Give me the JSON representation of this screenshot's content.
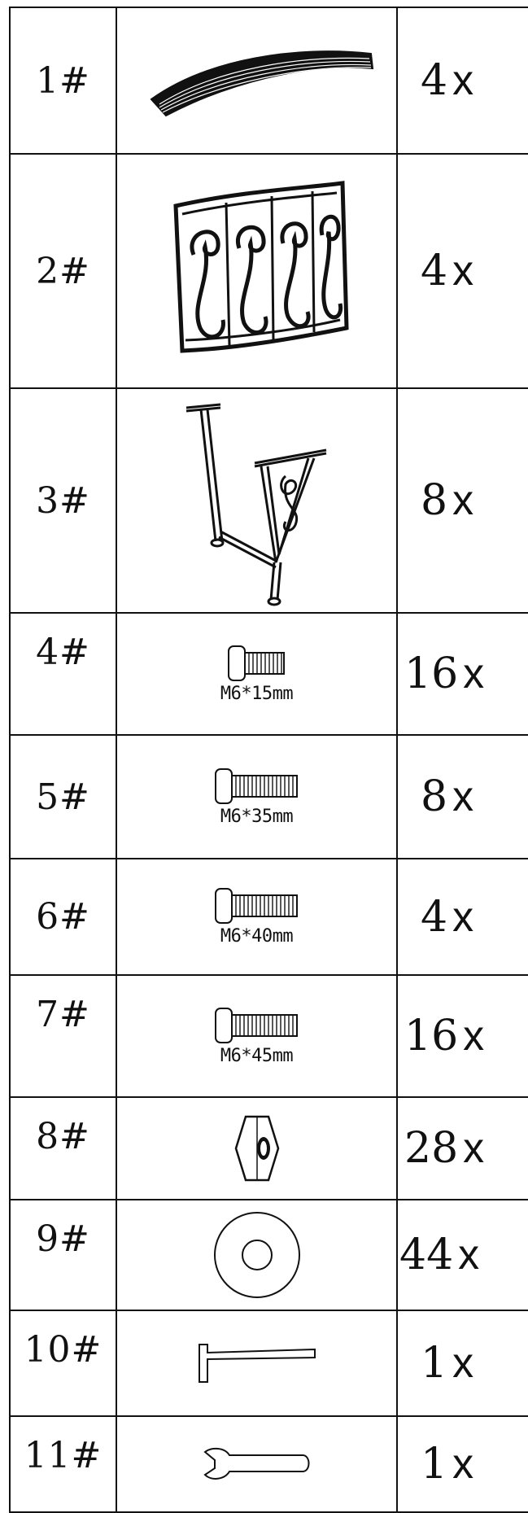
{
  "parts": [
    {
      "number": "1#",
      "qty": "4",
      "unit": "x",
      "spec": "",
      "icon": "curved-slat-panel-icon"
    },
    {
      "number": "2#",
      "qty": "4",
      "unit": "x",
      "spec": "",
      "icon": "scroll-railing-panel-icon"
    },
    {
      "number": "3#",
      "qty": "8",
      "unit": "x",
      "spec": "",
      "icon": "leg-frame-icon"
    },
    {
      "number": "4#",
      "qty": "16",
      "unit": "x",
      "spec": "M6*15mm",
      "icon": "bolt-icon"
    },
    {
      "number": "5#",
      "qty": "8",
      "unit": "x",
      "spec": "M6*35mm",
      "icon": "bolt-icon"
    },
    {
      "number": "6#",
      "qty": "4",
      "unit": "x",
      "spec": "M6*40mm",
      "icon": "bolt-icon"
    },
    {
      "number": "7#",
      "qty": "16",
      "unit": "x",
      "spec": "M6*45mm",
      "icon": "bolt-icon"
    },
    {
      "number": "8#",
      "qty": "28",
      "unit": "x",
      "spec": "",
      "icon": "hex-nut-icon"
    },
    {
      "number": "9#",
      "qty": "44",
      "unit": "x",
      "spec": "",
      "icon": "washer-icon"
    },
    {
      "number": "10#",
      "qty": "1",
      "unit": "x",
      "spec": "",
      "icon": "allen-key-icon"
    },
    {
      "number": "11#",
      "qty": "1",
      "unit": "x",
      "spec": "",
      "icon": "wrench-icon"
    }
  ]
}
